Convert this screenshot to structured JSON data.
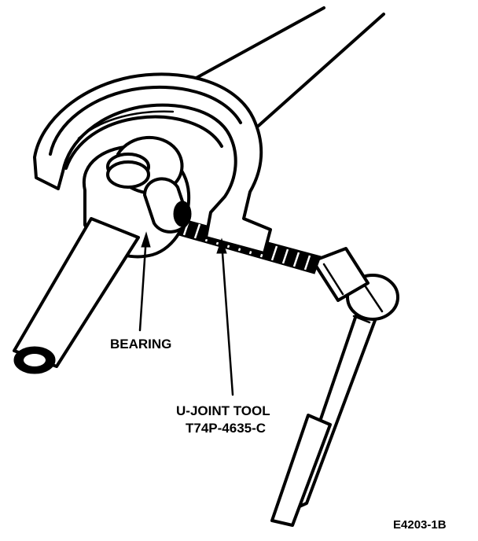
{
  "labels": {
    "bearing": "BEARING",
    "tool_line1": "U-JOINT TOOL",
    "tool_line2": "T74P-4635-C",
    "figure_id": "E4203-1B"
  }
}
